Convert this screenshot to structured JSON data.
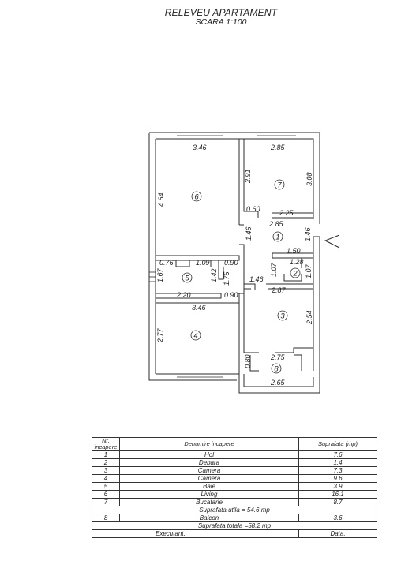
{
  "title": "RELEVEU APARTAMENT",
  "subtitle": "SCARA 1:100",
  "rooms": [
    {
      "num": "1",
      "name": "Hol",
      "area": "7.6"
    },
    {
      "num": "2",
      "name": "Debara",
      "area": "1.4"
    },
    {
      "num": "3",
      "name": "Camera",
      "area": "7.3"
    },
    {
      "num": "4",
      "name": "Camera",
      "area": "9.6"
    },
    {
      "num": "5",
      "name": "Baie",
      "area": "3.9"
    },
    {
      "num": "6",
      "name": "Living",
      "area": "16.1"
    },
    {
      "num": "7",
      "name": "Bucatarie",
      "area": "8.7"
    },
    {
      "num": "8",
      "name": "Balcon",
      "area": "3.6"
    }
  ],
  "dimensions": {
    "living_width": "3.46",
    "living_height": "4.64",
    "kitchen_width": "2.85",
    "kitchen_left": "2.91",
    "kitchen_right": "3.08",
    "kitchen_door": "0.60",
    "kitchen_bottom": "2.25",
    "hall_top": "2.85",
    "hall_left": "1.46",
    "hall_right": "1.46",
    "hall_mid": "1.50",
    "bath_a": "0.76",
    "bath_b": "1.09",
    "bath_c": "0.90",
    "bath_left": "1.67",
    "bath_mid": "1.42",
    "bath_right": "1.75",
    "bath_bottom": "2.20",
    "bath_door": "0.90",
    "closet_width": "1.28",
    "closet_left": "1.07",
    "closet_right": "1.07",
    "room3_door": "1.46",
    "room3_width": "2.87",
    "room3_height": "2.54",
    "room3_bottom": "2.75",
    "room4_width": "3.46",
    "room4_height": "2.77",
    "balcony_side": "0.80",
    "balcony_width": "2.65"
  },
  "table": {
    "header": {
      "nr": "Nr. incapere",
      "name": "Denumire incapere",
      "area": "Suprafata (mp)"
    },
    "usable_total": "Suprafata utila = 54.6 mp",
    "total": "Suprafata totala =58.2 mp",
    "executant": "Executant,",
    "date": "Data,"
  },
  "colors": {
    "line": "#2b2b2b",
    "background": "#ffffff"
  }
}
